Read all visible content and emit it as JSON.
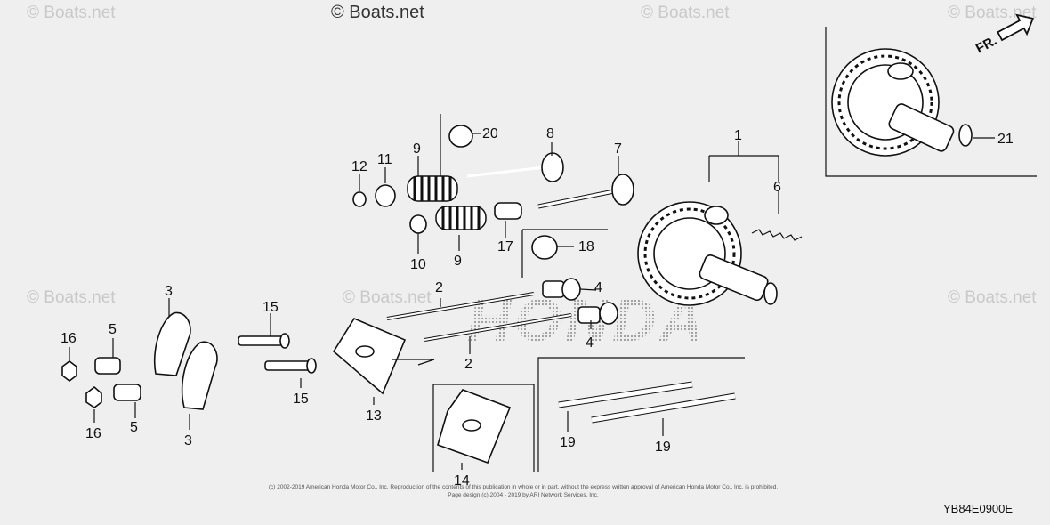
{
  "watermark": {
    "main": "© Boats.net",
    "faint": "© Boats.net"
  },
  "front_indicator": "FR.",
  "brand_watermark": "HONDA",
  "diagram_code": "YB84E0900E",
  "footer": {
    "line1": "(c) 2002-2019 American Honda Motor Co., Inc. Reproduction of the contents of this publication in whole or in part, without the express written approval of American Honda Motor Co., Inc. is prohibited.",
    "line2": "Page design (c) 2004 - 2019 by ARI Network Services, Inc."
  },
  "callouts": {
    "c1": "1",
    "c2a": "2",
    "c2b": "2",
    "c3a": "3",
    "c3b": "3",
    "c4a": "4",
    "c4b": "4",
    "c5a": "5",
    "c5b": "5",
    "c6": "6",
    "c7": "7",
    "c8": "8",
    "c9a": "9",
    "c9b": "9",
    "c10": "10",
    "c11": "11",
    "c12": "12",
    "c13": "13",
    "c14": "14",
    "c15a": "15",
    "c15b": "15",
    "c16a": "16",
    "c16b": "16",
    "c17": "17",
    "c18": "18",
    "c19a": "19",
    "c19b": "19",
    "c20": "20",
    "c21": "21"
  }
}
